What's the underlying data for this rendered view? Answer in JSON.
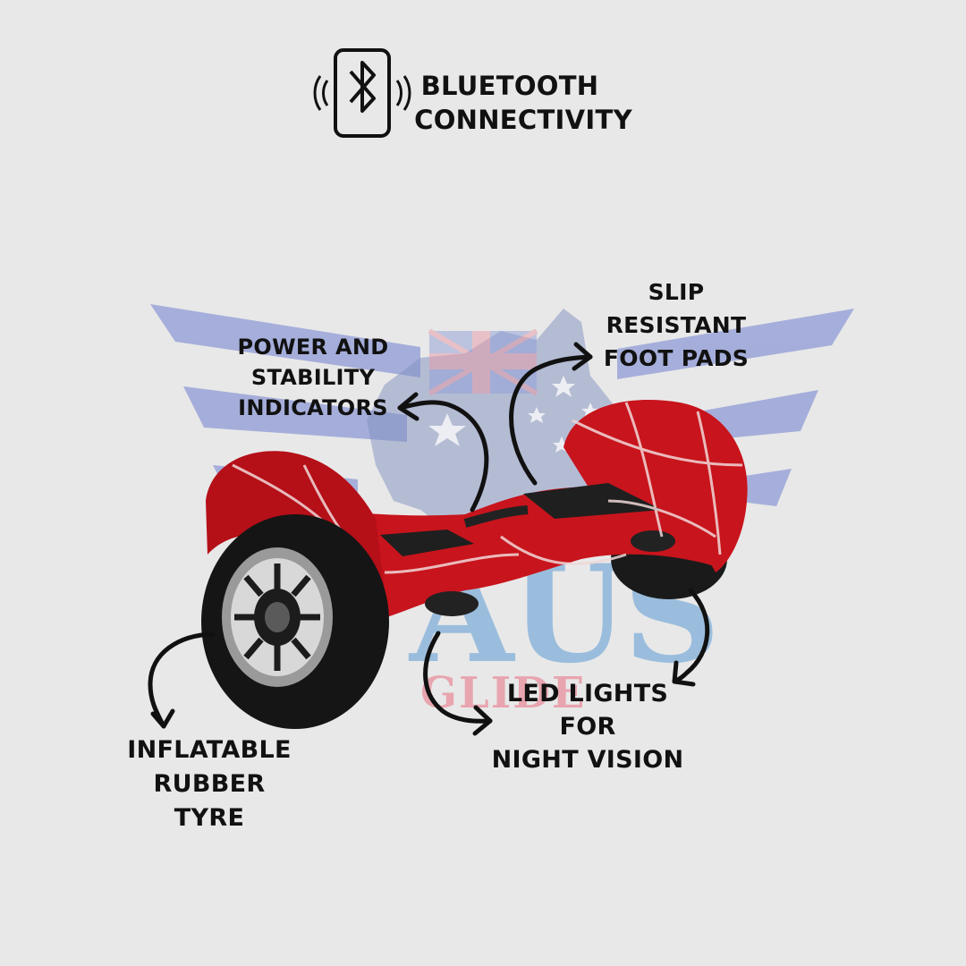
{
  "feature_bluetooth": {
    "lines": [
      "BLUETOOTH",
      "CONNECTIVITY"
    ],
    "icon": "bluetooth-phone-icon"
  },
  "feature_power": {
    "lines": [
      "POWER AND",
      "STABILITY",
      "INDICATORS"
    ]
  },
  "feature_pads": {
    "lines": [
      "SLIP",
      "RESISTANT",
      "FOOT PADS"
    ]
  },
  "feature_tyre": {
    "lines": [
      "INFLATABLE",
      "RUBBER",
      "TYRE"
    ]
  },
  "feature_led": {
    "lines": [
      "LED LIGHTS",
      "FOR",
      "NIGHT VISION"
    ]
  },
  "watermark": {
    "line1": "AUS",
    "line2": "GLIDE"
  },
  "colors": {
    "background": "#e8e8e8",
    "body_red": "#c8141c",
    "wing_blue": "#6f80d0",
    "text": "#111111"
  }
}
